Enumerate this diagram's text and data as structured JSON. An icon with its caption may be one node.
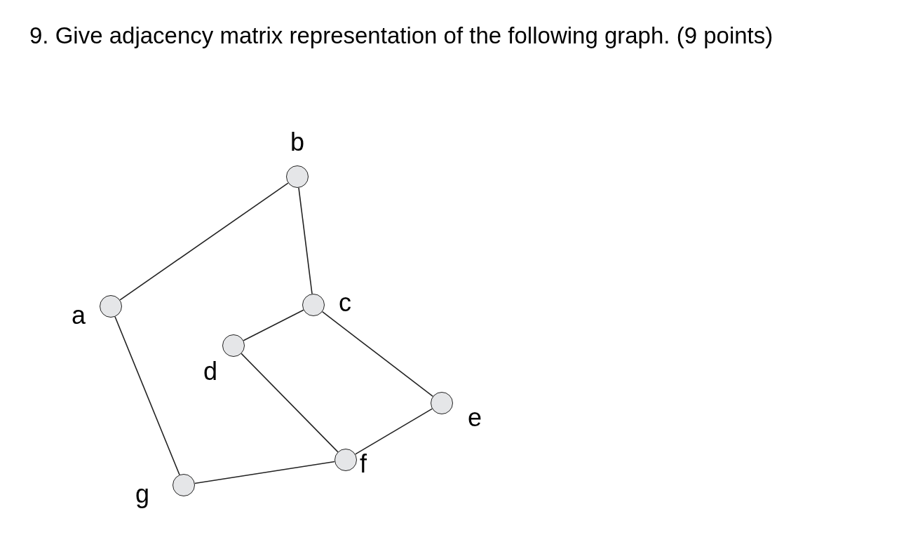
{
  "diagram": {
    "title": "9. Give adjacency matrix representation of the following graph. (9 points)",
    "nodes": [
      {
        "text": [],
        "shape": "circle",
        "beside": [
          "a"
        ]
      },
      {
        "text": [],
        "shape": "circle",
        "beside": [
          "b"
        ]
      },
      {
        "text": [],
        "shape": "circle",
        "beside": [
          "c"
        ]
      },
      {
        "text": [],
        "shape": "circle",
        "beside": [
          "d"
        ]
      },
      {
        "text": [],
        "shape": "circle",
        "beside": [
          "e"
        ]
      },
      {
        "text": [],
        "shape": "circle",
        "beside": [
          "f"
        ]
      },
      {
        "text": [],
        "shape": "circle",
        "beside": [
          "g"
        ]
      }
    ],
    "edges": [
      {
        "from": 0,
        "to": 1,
        "arrow": "none"
      },
      {
        "from": 1,
        "to": 2,
        "arrow": "none"
      },
      {
        "from": 2,
        "to": 3,
        "arrow": "none"
      },
      {
        "from": 2,
        "to": 4,
        "arrow": "none"
      },
      {
        "from": 3,
        "to": 5,
        "arrow": "none"
      },
      {
        "from": 4,
        "to": 5,
        "arrow": "none"
      },
      {
        "from": 5,
        "to": 6,
        "arrow": "none"
      },
      {
        "from": 6,
        "to": 0,
        "arrow": "none"
      }
    ]
  }
}
